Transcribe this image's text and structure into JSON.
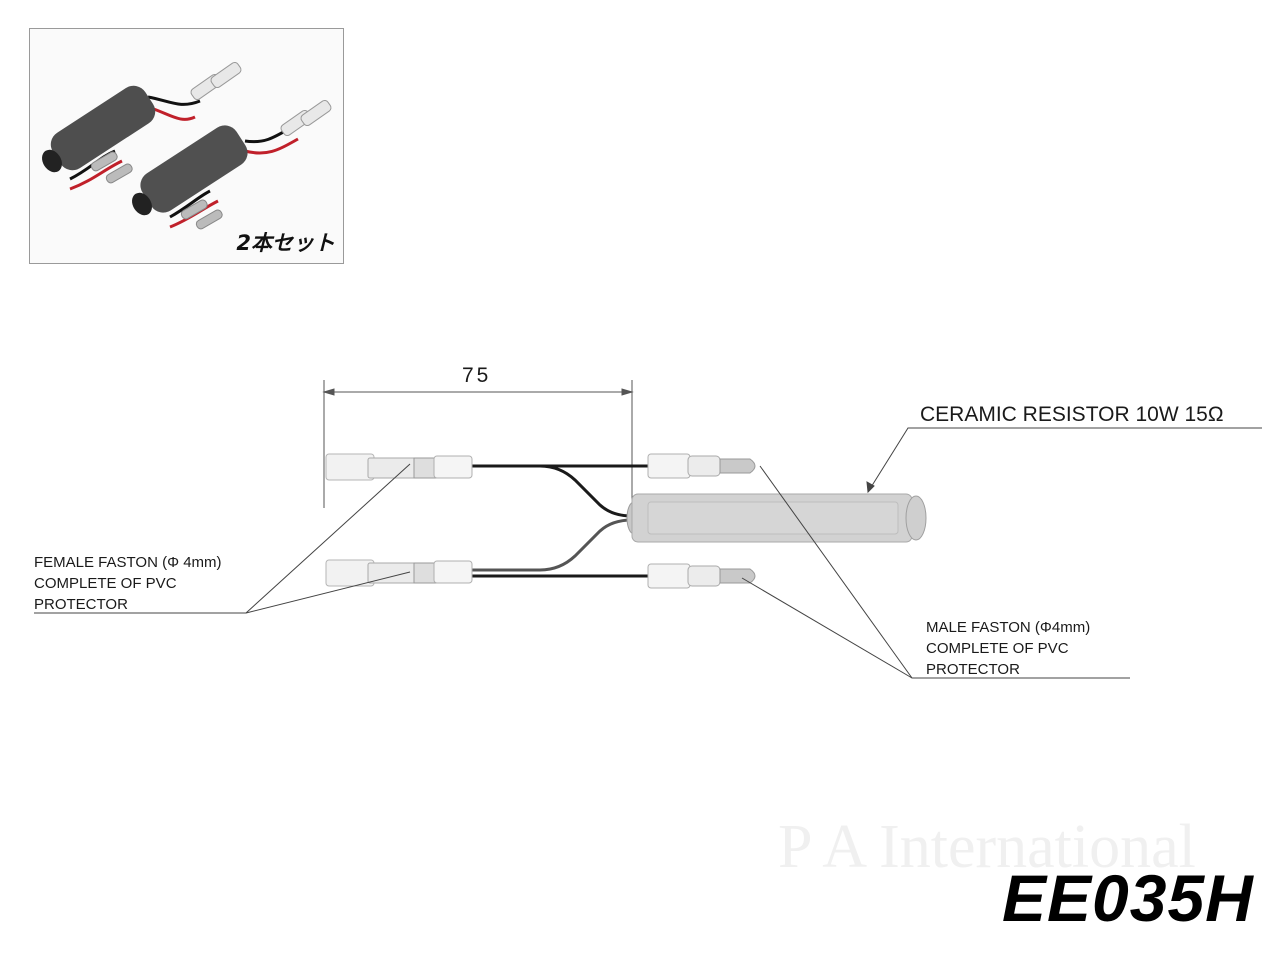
{
  "photo": {
    "caption": "2本セット"
  },
  "diagram": {
    "dimension_label": "75",
    "resistor_label": "CERAMIC RESISTOR 10W 15Ω",
    "female_label": "FEMALE FASTON (Φ 4mm) COMPLETE OF PVC PROTECTOR",
    "male_label": "MALE FASTON (Φ4mm) COMPLETE OF PVC PROTECTOR"
  },
  "watermark": "P A International",
  "part_code": "EE035H"
}
